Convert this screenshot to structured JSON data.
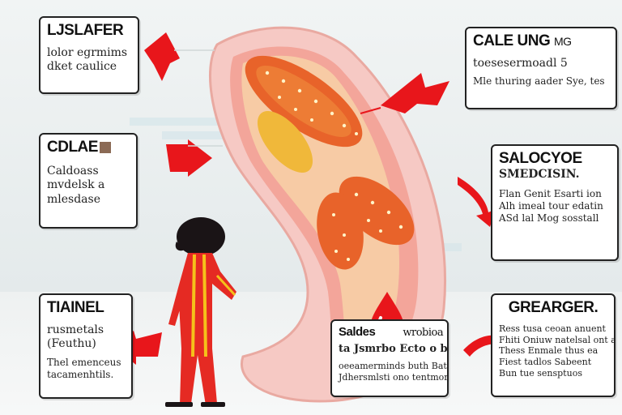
{
  "callouts": {
    "top_left": {
      "title": "LJSLAFER",
      "lines": [
        "lolor egrmims",
        "dket caulice"
      ]
    },
    "mid_left": {
      "title": "CDLAE",
      "lines": [
        "Caldoass",
        "mvdelsk a",
        "mlesdase"
      ]
    },
    "bottom_left": {
      "title": "TIAINEL",
      "lines": [
        "rusmetals",
        "(Feuthu)",
        "Thel emenceus",
        "tacamenhtils."
      ]
    },
    "top_right": {
      "title": "CALE UNG",
      "title_suffix": "MG",
      "lines": [
        "toesesermoadl 5",
        "Mle thuring aader Sye, tes"
      ]
    },
    "mid_right": {
      "title": "SALOCYOE",
      "lines": [
        "SMEDCISIN.",
        "Flan Genit Esarti ion",
        "Alh imeal tour edatin",
        "ASd lal Mog sosstall"
      ]
    },
    "bottom_right": {
      "title": "GREARGER.",
      "lines": [
        "Ress tusa ceoan anuent",
        "Fhiti Oniuw natelsal ont a",
        "Thess Enmale thus ea",
        "Fiest tadlos Sabeent",
        "Bun tue sensptuos"
      ]
    },
    "bottom_center": {
      "title_a": "Saldes",
      "title_b": "wrobioa",
      "lines": [
        "ta Jsmrbo Ecto o blocio",
        "oeeamerminds buth Bati",
        "Jdhersmlsti ono tentmoroi"
      ]
    }
  },
  "colors": {
    "arrow_red": "#e8161b",
    "organ_pink": "#f6c9c4",
    "organ_inner": "#f3a59a",
    "food_orange": "#e8632a",
    "food_yellow": "#f0b83a",
    "figure_red": "#e52a23",
    "figure_stripe": "#f5c11a",
    "hair": "#1a1416"
  },
  "icons": [
    "arrow-icon",
    "blood-drop-icon",
    "person-icon",
    "stomach-illustration"
  ]
}
